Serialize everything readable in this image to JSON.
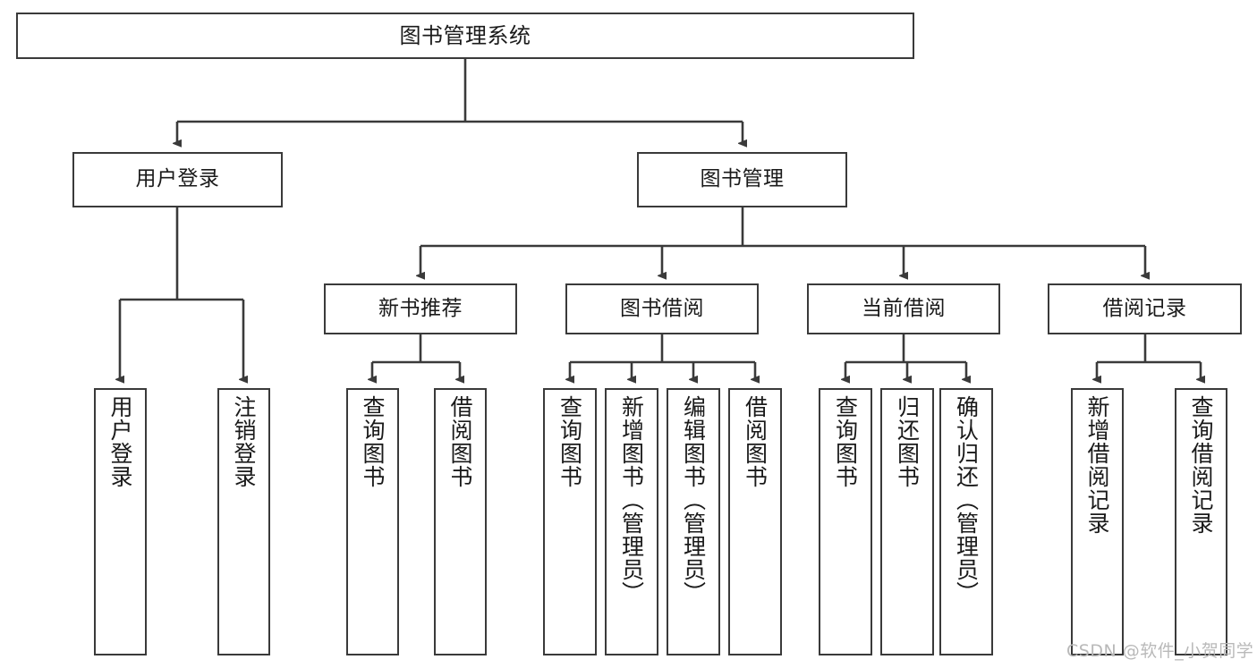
{
  "diagram": {
    "title": "图书管理系统",
    "watermark": "CSDN @软件_小贺同学",
    "line_color": "#3a3a3a",
    "box_fill": "#ffffff",
    "text_color": "#1a1a1a",
    "levels": {
      "root": {
        "label": "图书管理系统"
      },
      "level2": [
        {
          "label": "用户登录"
        },
        {
          "label": "图书管理"
        }
      ],
      "level3": [
        {
          "label": "新书推荐"
        },
        {
          "label": "图书借阅"
        },
        {
          "label": "当前借阅"
        },
        {
          "label": "借阅记录"
        }
      ],
      "leaves": {
        "user_login": [
          {
            "label": "用户登录"
          },
          {
            "label": "注销登录"
          }
        ],
        "new_book": [
          {
            "label": "查询图书"
          },
          {
            "label": "借阅图书"
          }
        ],
        "book_borrow": [
          {
            "label": "查询图书"
          },
          {
            "label": "新增图书（管理员）"
          },
          {
            "label": "编辑图书（管理员）"
          },
          {
            "label": "借阅图书"
          }
        ],
        "current_borrow": [
          {
            "label": "查询图书"
          },
          {
            "label": "归还图书"
          },
          {
            "label": "确认归还（管理员）"
          }
        ],
        "borrow_record": [
          {
            "label": "新增借阅记录"
          },
          {
            "label": "查询借阅记录"
          }
        ]
      }
    }
  }
}
